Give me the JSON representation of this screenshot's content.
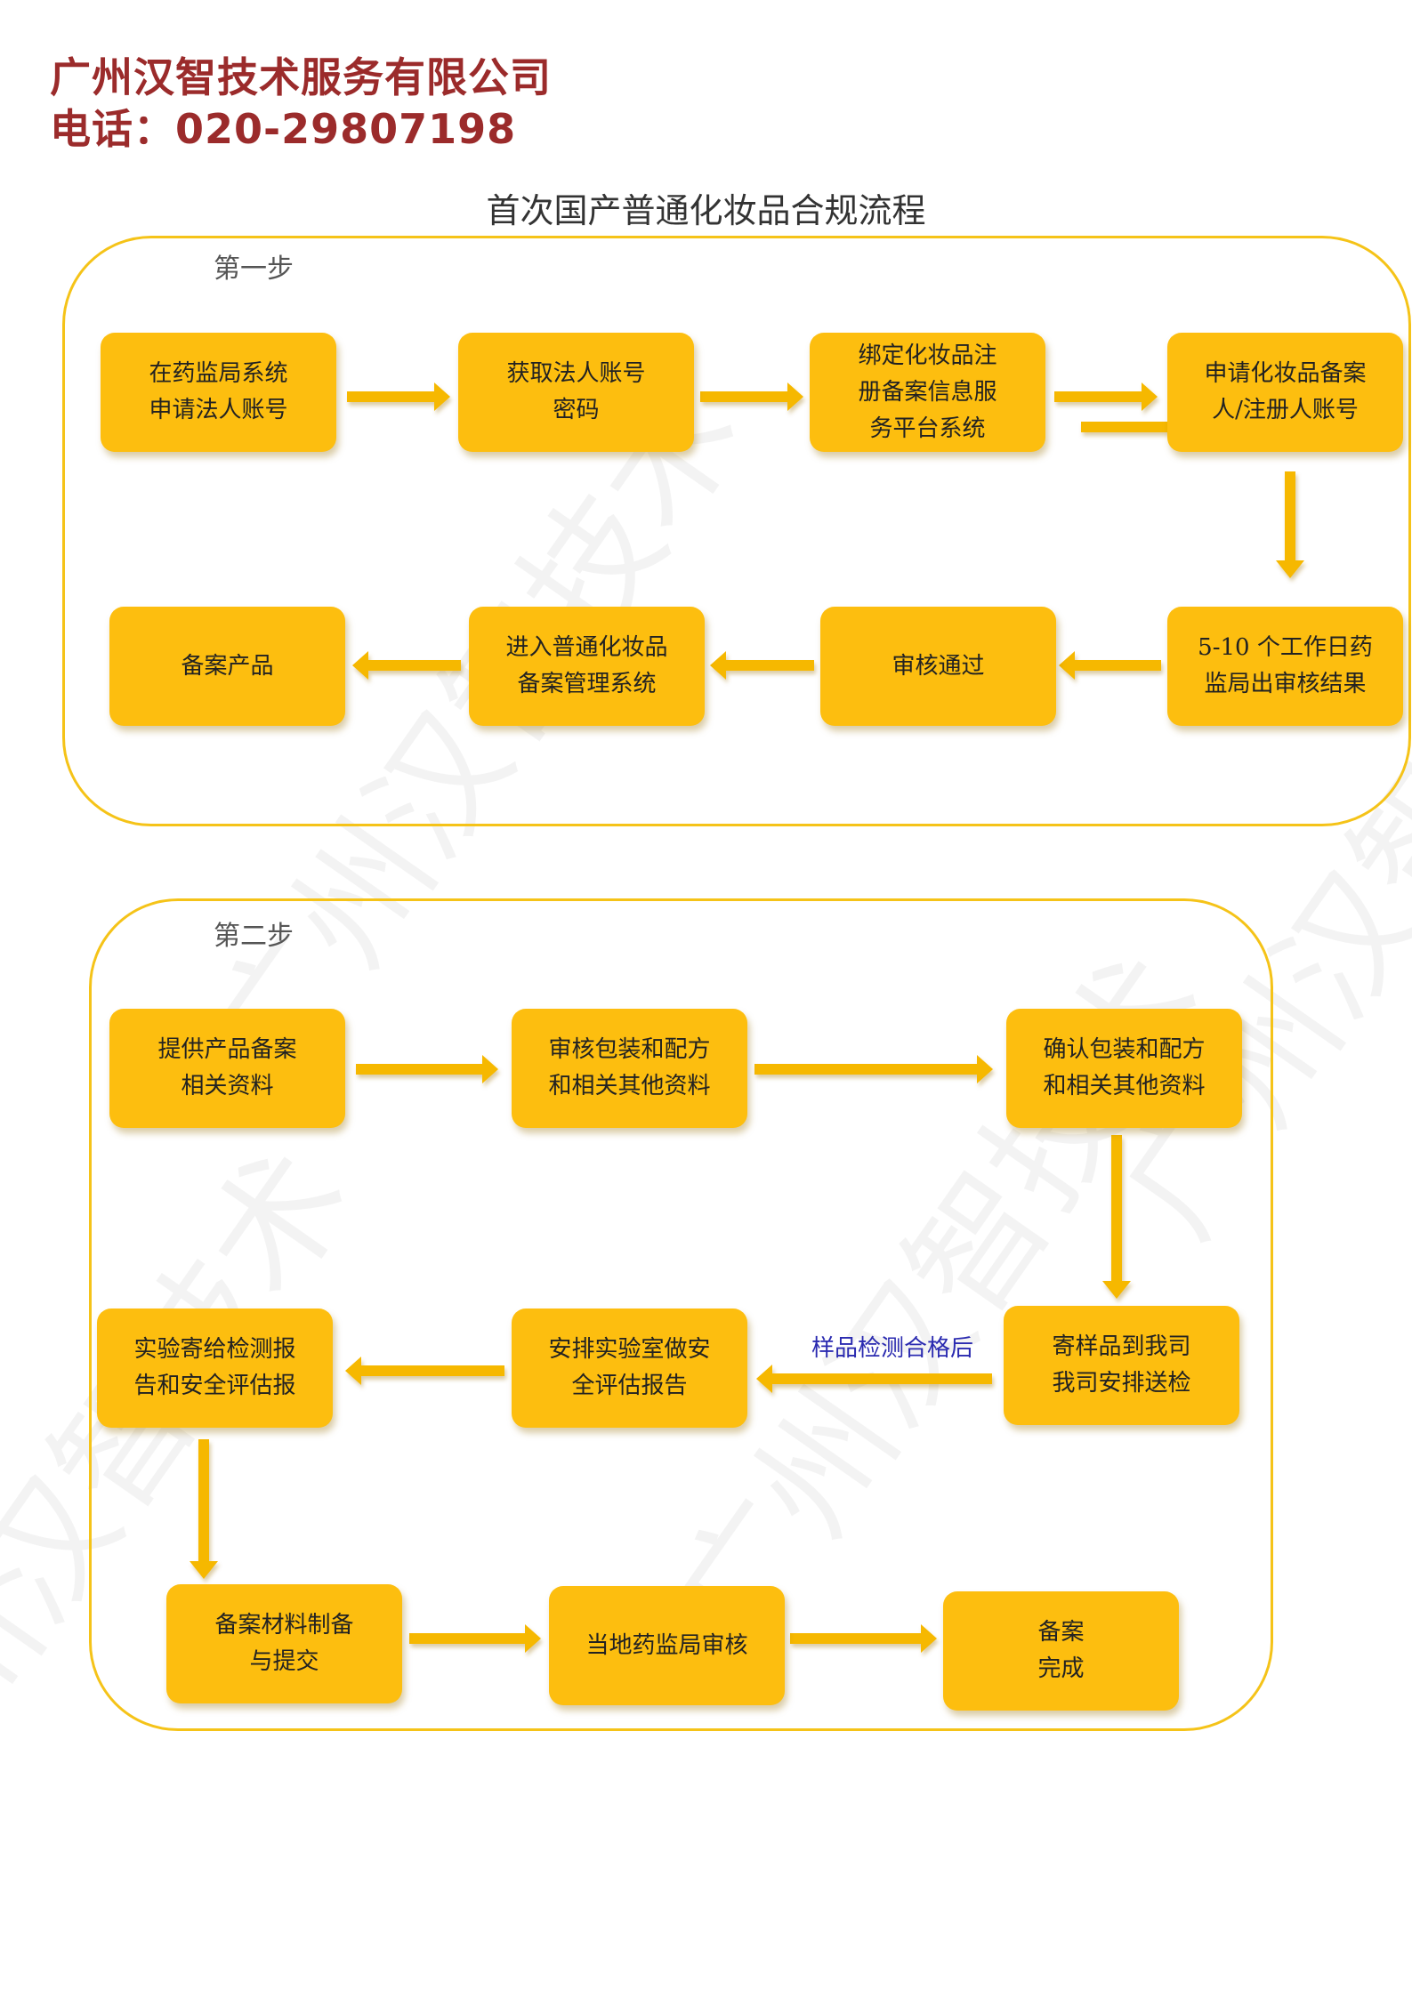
{
  "company": {
    "name": "广州汉智技术服务有限公司",
    "phone": "电话：020-29807198"
  },
  "watermark": "广州汉智技术",
  "title": "首次国产普通化妆品合规流程",
  "colors": {
    "node": "#fdbe0f",
    "frame": "#f5c318",
    "arrow": "#f6b800",
    "company": "#9b2b2b",
    "edge_label": "#2a2ab0"
  },
  "steps": [
    {
      "label": "第一步",
      "nodes": [
        "在药监局系统\n申请法人账号",
        "获取法人账号\n密码",
        "绑定化妆品注\n册备案信息服\n务平台系统",
        "申请化妆品备案\n人/注册人账号",
        "5-10 个工作日药\n监局出审核结果",
        "审核通过",
        "进入普通化妆品\n备案管理系统",
        "备案产品"
      ]
    },
    {
      "label": "第二步",
      "nodes": [
        "提供产品备案\n相关资料",
        "审核包装和配方\n和相关其他资料",
        "确认包装和配方\n和相关其他资料",
        "寄样品到我司\n我司安排送检",
        "安排实验室做安\n全评估报告",
        "实验寄给检测报\n告和安全评估报",
        "备案材料制备\n与提交",
        "当地药监局审核",
        "备案\n完成"
      ],
      "edge_label": "样品检测合格后"
    }
  ]
}
